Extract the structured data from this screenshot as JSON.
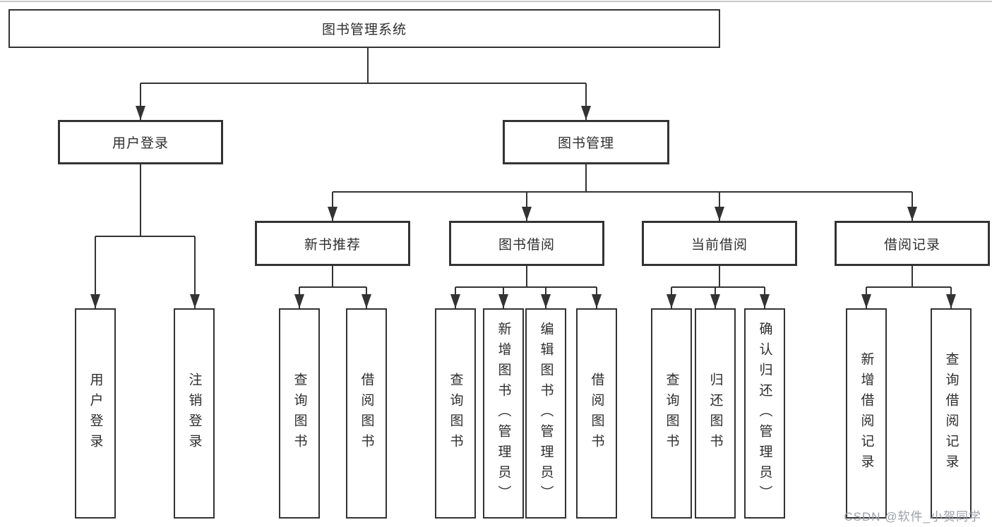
{
  "colors": {
    "line": "#333333",
    "box_border": "#333333",
    "text": "#2e2e2e",
    "watermark": "#9aa0a6",
    "background": "#ffffff"
  },
  "tree": {
    "root": {
      "label": "图书管理系统"
    },
    "branches": [
      {
        "label": "用户登录",
        "children": [
          {
            "label": "用户登录"
          },
          {
            "label": "注销登录"
          }
        ]
      },
      {
        "label": "图书管理",
        "children": [
          {
            "label": "新书推荐",
            "children": [
              {
                "label": "查询图书"
              },
              {
                "label": "借阅图书"
              }
            ]
          },
          {
            "label": "图书借阅",
            "children": [
              {
                "label": "查询图书"
              },
              {
                "label": "新增图书（管理员）"
              },
              {
                "label": "编辑图书（管理员）"
              },
              {
                "label": "借阅图书"
              }
            ]
          },
          {
            "label": "当前借阅",
            "children": [
              {
                "label": "查询图书"
              },
              {
                "label": "归还图书"
              },
              {
                "label": "确认归还（管理员）"
              }
            ]
          },
          {
            "label": "借阅记录",
            "children": [
              {
                "label": "新增借阅记录"
              },
              {
                "label": "查询借阅记录"
              }
            ]
          }
        ]
      }
    ]
  },
  "watermark": {
    "text": "CSDN @软件_小贺同学"
  }
}
